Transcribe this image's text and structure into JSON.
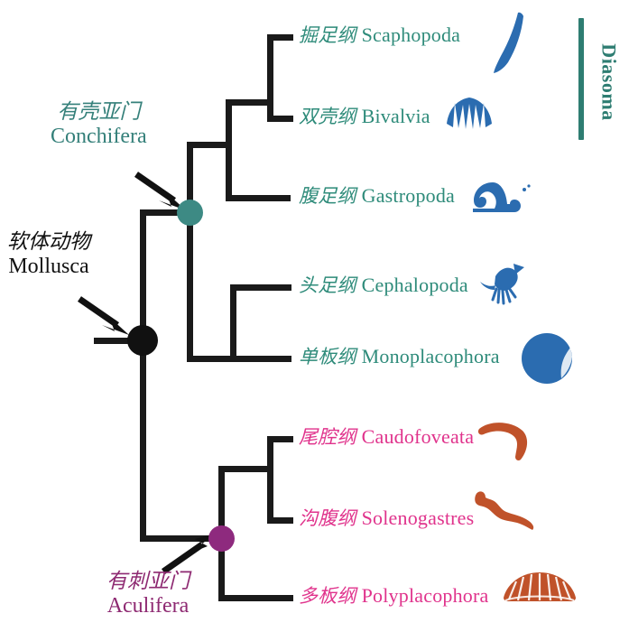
{
  "figure": {
    "title_visible": false,
    "type": "phylogenetic-cladogram",
    "root": {
      "cn": "软体动物",
      "la": "Mollusca",
      "color": "#111111"
    },
    "clades": [
      {
        "cn": "有壳亚门",
        "la": "Conchifera",
        "color": "#35807a",
        "node_color": "#3d8a84"
      },
      {
        "cn": "有刺亚门",
        "la": "Aculifera",
        "color": "#8e2a72",
        "node_color": "#8e2a7e"
      }
    ],
    "bracket": {
      "label": "Diasoma",
      "color": "#2e7d72"
    },
    "taxa": [
      {
        "cn": "掘足纲",
        "la": "Scaphopoda",
        "color": "#2e8b7a",
        "icon": "tusk-shell-icon",
        "icon_color": "#2b6cb0",
        "group": "Conchifera"
      },
      {
        "cn": "双壳纲",
        "la": "Bivalvia",
        "color": "#2e8b7a",
        "icon": "scallop-shell-icon",
        "icon_color": "#2b6cb0",
        "group": "Conchifera"
      },
      {
        "cn": "腹足纲",
        "la": "Gastropoda",
        "color": "#2e8b7a",
        "icon": "snail-icon",
        "icon_color": "#2b6cb0",
        "group": "Conchifera"
      },
      {
        "cn": "头足纲",
        "la": "Cephalopoda",
        "color": "#2e8b7a",
        "icon": "squid-icon",
        "icon_color": "#2b6cb0",
        "group": "Conchifera"
      },
      {
        "cn": "单板纲",
        "la": "Monoplacophora",
        "color": "#2e8b7a",
        "icon": "cap-shell-icon",
        "icon_color": "#2b6cb0",
        "group": "Conchifera"
      },
      {
        "cn": "尾腔纲",
        "la": "Caudofoveata",
        "color": "#e0338c",
        "icon": "worm-mollusc-icon",
        "icon_color": "#c0522a",
        "group": "Aculifera"
      },
      {
        "cn": "沟腹纲",
        "la": "Solenogastres",
        "color": "#e0338c",
        "icon": "solenogaster-icon",
        "icon_color": "#c0522a",
        "group": "Aculifera"
      },
      {
        "cn": "多板纲",
        "la": "Polyplacophora",
        "color": "#e0338c",
        "icon": "chiton-icon",
        "icon_color": "#c0522a",
        "group": "Aculifera"
      }
    ]
  }
}
